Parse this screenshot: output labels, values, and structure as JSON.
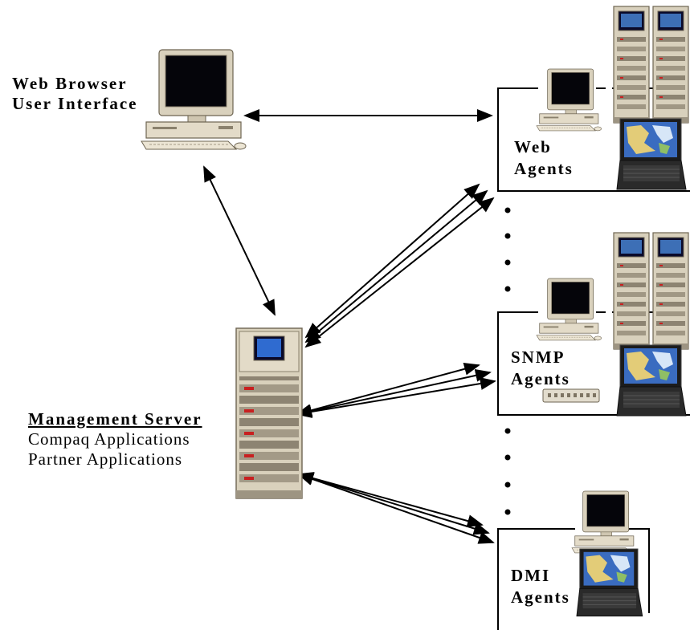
{
  "browser": {
    "line1": "Web Browser",
    "line2": "User Interface"
  },
  "server": {
    "title": "Management Server",
    "line1": "Compaq Applications",
    "line2": "Partner Applications"
  },
  "groups": {
    "web": {
      "line1": "Web",
      "line2": "Agents"
    },
    "snmp": {
      "line1": "SNMP",
      "line2": "Agents"
    },
    "dmi": {
      "line1": "DMI",
      "line2": "Agents"
    }
  },
  "icons": {
    "browser": "desktop-computer-icon",
    "server": "server-rack-icon",
    "desktop": "desktop-computer-icon",
    "tower": "server-tower-icon",
    "laptop": "laptop-icon",
    "switch": "network-switch-icon"
  },
  "colors": {
    "line": "#000000",
    "case": "#ddd4c0",
    "screen": "#05050a",
    "laptop_screen": "#3a6cc0",
    "led": "#c82020"
  }
}
